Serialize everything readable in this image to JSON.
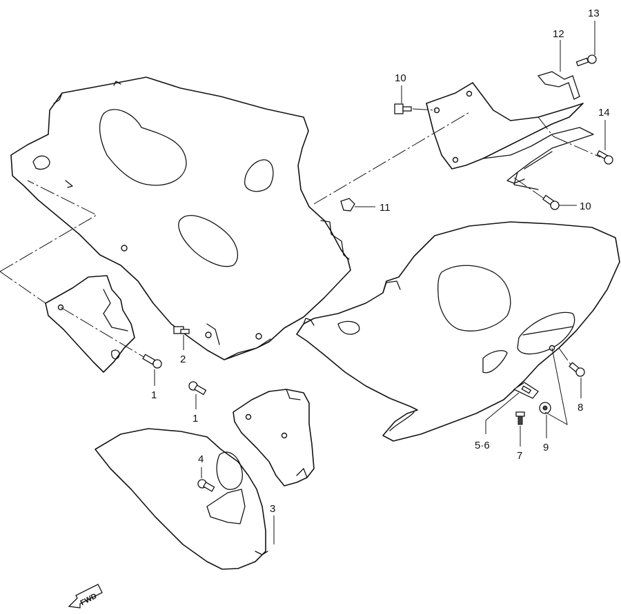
{
  "callouts": {
    "c1a": "1",
    "c1b": "1",
    "c2": "2",
    "c3": "3",
    "c4": "4",
    "c56": "5·6",
    "c7": "7",
    "c8": "8",
    "c9": "9",
    "c10a": "10",
    "c10b": "10",
    "c11": "11",
    "c12": "12",
    "c13": "13",
    "c14": "14"
  },
  "fwd_label": "FWD",
  "icons": {
    "direction_arrow": "fwd-arrow-icon"
  },
  "colors": {
    "line": "#111111",
    "background": "#ffffff"
  }
}
